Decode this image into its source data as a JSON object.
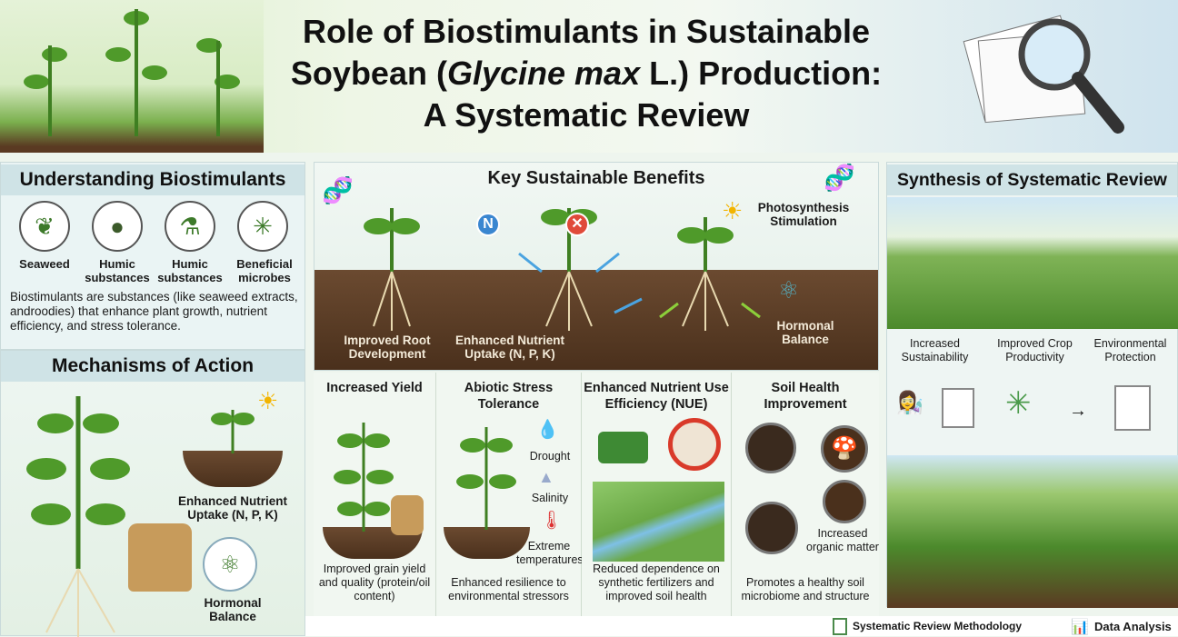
{
  "title": {
    "line1": "Role of Biostimulants in Sustainable",
    "line2_pre": "Soybean (",
    "line2_italic": "Glycine max",
    "line2_post": " L.) Production:",
    "line3": "A Systematic Review"
  },
  "understanding": {
    "heading": "Understanding Biostimulants",
    "items": [
      {
        "label1": "Seaweed",
        "label2": ""
      },
      {
        "label1": "Humic",
        "label2": "substances"
      },
      {
        "label1": "Humic",
        "label2": "substances"
      },
      {
        "label1": "Beneficial",
        "label2": "microbes"
      }
    ],
    "description": "Biostimulants are substances (like seaweed extracts, androodies) that enhance plant growth, nutrient efficiency, and stress tolerance."
  },
  "mechanisms": {
    "heading": "Mechanisms of Action",
    "nutrient": "Enhanced Nutrient Uptake (N, P, K)",
    "hormonal": "Hormonal Balance"
  },
  "benefits": {
    "heading": "Key Sustainable Benefits",
    "root": "Improved Root Development",
    "nutrient": "Enhanced Nutrient Uptake (N, P, K)",
    "photo": "Photosynthesis Stimulation",
    "hormonal": "Hormonal Balance",
    "n_badge": "N"
  },
  "columns": [
    {
      "heading": "Increased Yield",
      "text": "Improved grain yield and quality (protein/oil content)"
    },
    {
      "heading": "Abiotic Stress Tolerance",
      "text": "Enhanced resilience to environmental stressors",
      "stresses": [
        "Drought",
        "Salinity",
        "Extreme temperatures"
      ]
    },
    {
      "heading": "Enhanced Nutrient Use Efficiency (NUE)",
      "text": "Reduced dependence on synthetic fertilizers and improved soil health"
    },
    {
      "heading": "Soil Health Improvement",
      "text": "Promotes a healthy soil microbiome and structure",
      "note": "Increased organic matter"
    }
  ],
  "synthesis": {
    "heading": "Synthesis of Systematic Review",
    "labels": [
      "Increased Sustainability",
      "Improved Crop Productivity",
      "Environmental Protection"
    ]
  },
  "footer": {
    "methodology": "Systematic Review Methodology",
    "analysis": "Data Analysis"
  }
}
